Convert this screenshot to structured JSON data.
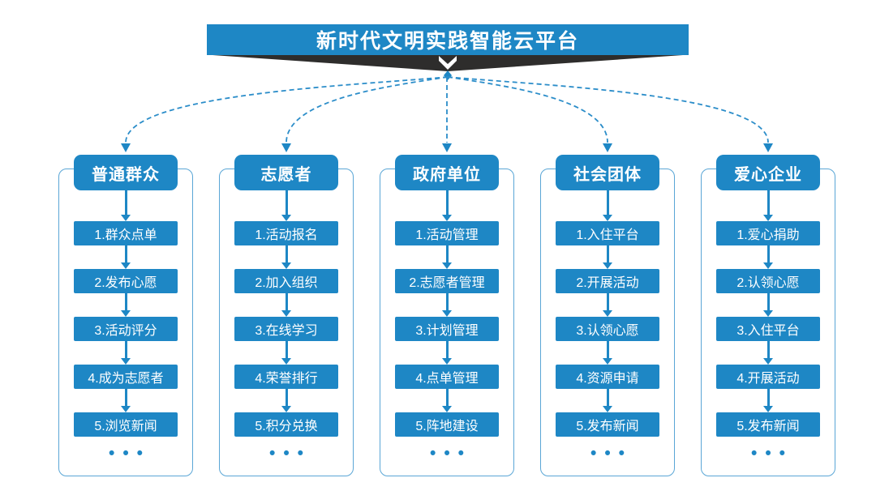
{
  "title": "新时代文明实践智能云平台",
  "colors": {
    "primary_blue": "#1E87C5",
    "dashed_line_blue": "#2B8DC9",
    "column_outline_blue": "#5AA6D6",
    "dark_band": "#2E2D2C",
    "background": "#FFFFFF",
    "text_on_blue": "#FFFFFF"
  },
  "icons": {
    "title_down_chevron": "chevron-down",
    "flow_arrows": "arrow-down"
  },
  "columns": [
    {
      "header": "普通群众",
      "items": [
        "1.群众点单",
        "2.发布心愿",
        "3.活动评分",
        "4.成为志愿者",
        "5.浏览新闻"
      ],
      "more": "•••"
    },
    {
      "header": "志愿者",
      "items": [
        "1.活动报名",
        "2.加入组织",
        "3.在线学习",
        "4.荣誉排行",
        "5.积分兑换"
      ],
      "more": "•••"
    },
    {
      "header": "政府单位",
      "items": [
        "1.活动管理",
        "2.志愿者管理",
        "3.计划管理",
        "4.点单管理",
        "5.阵地建设"
      ],
      "more": "•••"
    },
    {
      "header": "社会团体",
      "items": [
        "1.入住平台",
        "2.开展活动",
        "3.认领心愿",
        "4.资源申请",
        "5.发布新闻"
      ],
      "more": "•••"
    },
    {
      "header": "爱心企业",
      "items": [
        "1.爱心捐助",
        "2.认领心愿",
        "3.入住平台",
        "4.开展活动",
        "5.发布新闻"
      ],
      "more": "•••"
    }
  ]
}
